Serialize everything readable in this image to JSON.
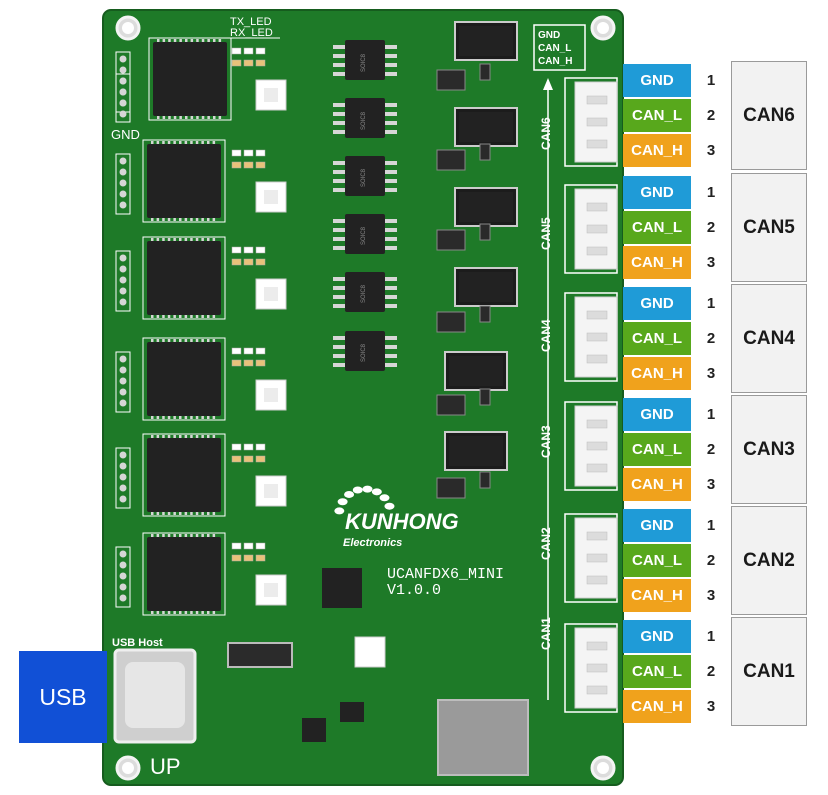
{
  "board": {
    "silkscreen": {
      "tx_led": "TX_LED",
      "rx_led": "RX_LED",
      "gnd": "GND",
      "usb_host": "USB Host",
      "up": "UP",
      "model": "UCANFDX6_MINI",
      "version": "V1.0.0",
      "brand": "KUNHONG",
      "brand_sub": "Electronics",
      "connector_legend": [
        "GND",
        "CAN_L",
        "CAN_H"
      ],
      "chip_marking": "SOIC8",
      "channel_labels": [
        "CAN6",
        "CAN5",
        "CAN4",
        "CAN3",
        "CAN2",
        "CAN1"
      ]
    },
    "colors": {
      "pcb": "#1e7a28",
      "silk": "#ffffff",
      "chip": "#222222",
      "pad": "#d6d6d6"
    }
  },
  "pinout": {
    "groups": [
      {
        "label": "CAN6",
        "pins": [
          {
            "signal": "GND",
            "num": "1"
          },
          {
            "signal": "CAN_L",
            "num": "2"
          },
          {
            "signal": "CAN_H",
            "num": "3"
          }
        ]
      },
      {
        "label": "CAN5",
        "pins": [
          {
            "signal": "GND",
            "num": "1"
          },
          {
            "signal": "CAN_L",
            "num": "2"
          },
          {
            "signal": "CAN_H",
            "num": "3"
          }
        ]
      },
      {
        "label": "CAN4",
        "pins": [
          {
            "signal": "GND",
            "num": "1"
          },
          {
            "signal": "CAN_L",
            "num": "2"
          },
          {
            "signal": "CAN_H",
            "num": "3"
          }
        ]
      },
      {
        "label": "CAN3",
        "pins": [
          {
            "signal": "GND",
            "num": "1"
          },
          {
            "signal": "CAN_L",
            "num": "2"
          },
          {
            "signal": "CAN_H",
            "num": "3"
          }
        ]
      },
      {
        "label": "CAN2",
        "pins": [
          {
            "signal": "GND",
            "num": "1"
          },
          {
            "signal": "CAN_L",
            "num": "2"
          },
          {
            "signal": "CAN_H",
            "num": "3"
          }
        ]
      },
      {
        "label": "CAN1",
        "pins": [
          {
            "signal": "GND",
            "num": "1"
          },
          {
            "signal": "CAN_L",
            "num": "2"
          },
          {
            "signal": "CAN_H",
            "num": "3"
          }
        ]
      }
    ],
    "colors": {
      "gnd": "#1f9bd7",
      "can_l": "#58a81c",
      "can_h": "#f0a21c"
    }
  },
  "usb": {
    "label": "USB",
    "color": "#1150d6"
  }
}
